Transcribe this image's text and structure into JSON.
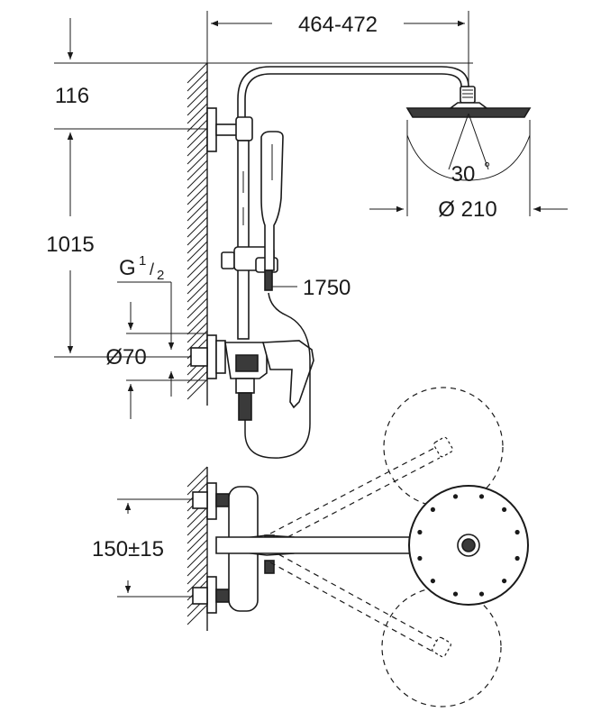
{
  "dimensions": {
    "arm_width": "464-472",
    "top_offset": "116",
    "height": "1015",
    "connection_thread_main": "G",
    "connection_thread_num": "1",
    "connection_thread_den": "2",
    "hose_length": "1750",
    "escutcheon_diameter": "Ø70",
    "spray_angle": "30",
    "head_diameter": "Ø 210",
    "center_distance": "150±15"
  }
}
